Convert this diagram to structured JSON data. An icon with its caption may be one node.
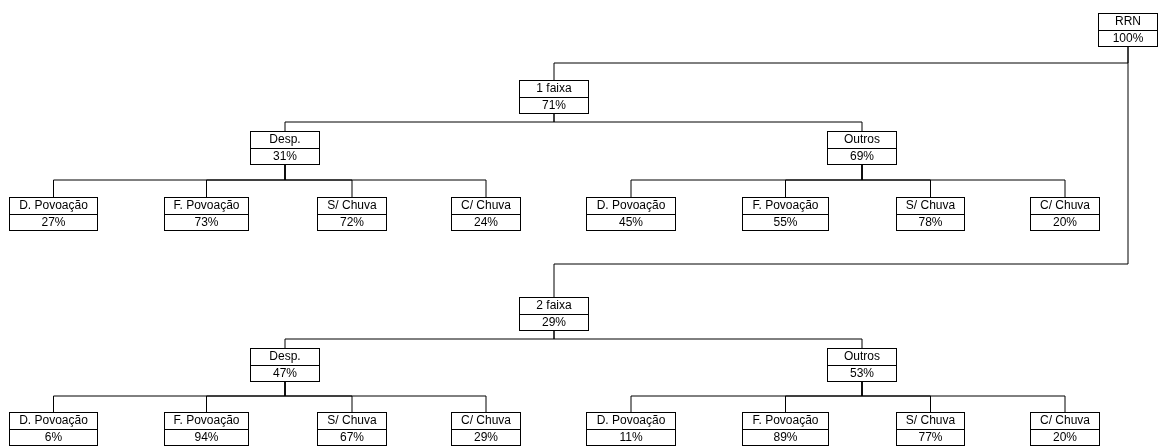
{
  "diagram": {
    "nodes": [
      {
        "text": [
          "RRN",
          "100%"
        ]
      },
      {
        "text": [
          "1 faixa",
          "71%"
        ]
      },
      {
        "text": [
          "Desp.",
          "31%"
        ]
      },
      {
        "text": [
          "Outros",
          "69%"
        ]
      },
      {
        "text": [
          "D. Povoação",
          "27%"
        ]
      },
      {
        "text": [
          "F. Povoação",
          "73%"
        ]
      },
      {
        "text": [
          "S/ Chuva",
          "72%"
        ]
      },
      {
        "text": [
          "C/ Chuva",
          "24%"
        ]
      },
      {
        "text": [
          "D. Povoação",
          "45%"
        ]
      },
      {
        "text": [
          "F. Povoação",
          "55%"
        ]
      },
      {
        "text": [
          "S/ Chuva",
          "78%"
        ]
      },
      {
        "text": [
          "C/ Chuva",
          "20%"
        ]
      },
      {
        "text": [
          "2 faixa",
          "29%"
        ]
      },
      {
        "text": [
          "Desp.",
          "47%"
        ]
      },
      {
        "text": [
          "Outros",
          "53%"
        ]
      },
      {
        "text": [
          "D. Povoação",
          "6%"
        ]
      },
      {
        "text": [
          "F. Povoação",
          "94%"
        ]
      },
      {
        "text": [
          "S/ Chuva",
          "67%"
        ]
      },
      {
        "text": [
          "C/ Chuva",
          "29%"
        ]
      },
      {
        "text": [
          "D. Povoação",
          "11%"
        ]
      },
      {
        "text": [
          "F. Povoação",
          "89%"
        ]
      },
      {
        "text": [
          "S/ Chuva",
          "77%"
        ]
      },
      {
        "text": [
          "C/ Chuva",
          "20%"
        ]
      }
    ],
    "edges": [
      {
        "from": 0,
        "to": 1,
        "arrow": "none"
      },
      {
        "from": 1,
        "to": 2,
        "arrow": "none"
      },
      {
        "from": 1,
        "to": 3,
        "arrow": "none"
      },
      {
        "from": 2,
        "to": 4,
        "arrow": "none"
      },
      {
        "from": 2,
        "to": 5,
        "arrow": "none"
      },
      {
        "from": 2,
        "to": 6,
        "arrow": "none"
      },
      {
        "from": 2,
        "to": 7,
        "arrow": "none"
      },
      {
        "from": 3,
        "to": 8,
        "arrow": "none"
      },
      {
        "from": 3,
        "to": 9,
        "arrow": "none"
      },
      {
        "from": 3,
        "to": 10,
        "arrow": "none"
      },
      {
        "from": 3,
        "to": 11,
        "arrow": "none"
      },
      {
        "from": 0,
        "to": 12,
        "arrow": "none"
      },
      {
        "from": 12,
        "to": 13,
        "arrow": "none"
      },
      {
        "from": 12,
        "to": 14,
        "arrow": "none"
      },
      {
        "from": 13,
        "to": 15,
        "arrow": "none"
      },
      {
        "from": 13,
        "to": 16,
        "arrow": "none"
      },
      {
        "from": 13,
        "to": 17,
        "arrow": "none"
      },
      {
        "from": 13,
        "to": 18,
        "arrow": "none"
      },
      {
        "from": 14,
        "to": 19,
        "arrow": "none"
      },
      {
        "from": 14,
        "to": 20,
        "arrow": "none"
      },
      {
        "from": 14,
        "to": 21,
        "arrow": "none"
      },
      {
        "from": 14,
        "to": 22,
        "arrow": "none"
      }
    ]
  }
}
